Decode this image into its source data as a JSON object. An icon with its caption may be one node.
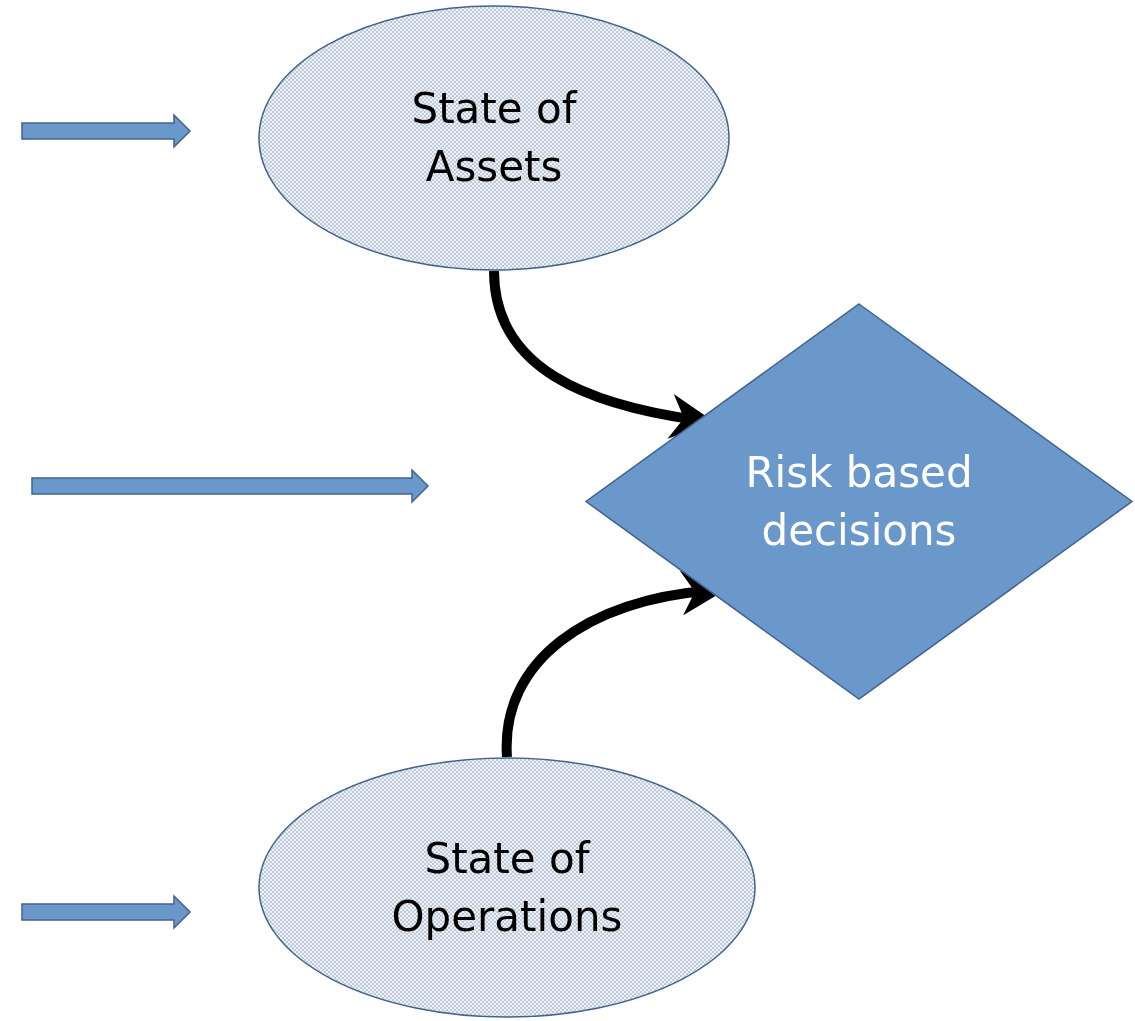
{
  "diagram": {
    "nodes": [
      {
        "text": [
          "State of Assets"
        ]
      },
      {
        "text": [
          "Risk based decisions"
        ]
      },
      {
        "text": [
          "State of Operations"
        ]
      }
    ],
    "edges": [
      {
        "from": 0,
        "to": 1,
        "arrow": "to"
      },
      {
        "from": 2,
        "to": 1,
        "arrow": "to"
      }
    ]
  }
}
